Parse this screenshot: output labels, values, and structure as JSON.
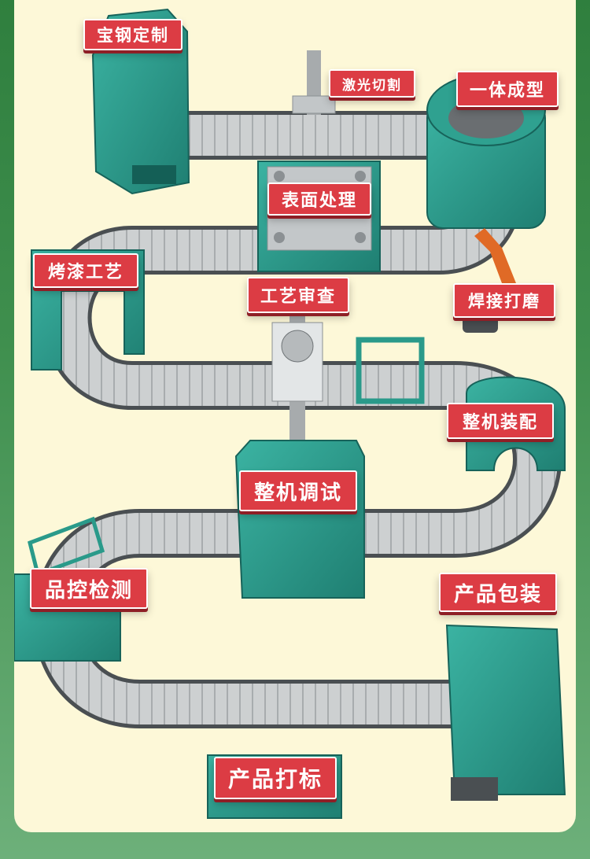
{
  "colors": {
    "page_background": "#3f8f4e",
    "panel_background": "#fdf8d8",
    "machine_teal": "#2a9a8a",
    "label_red": "#dc3c44",
    "label_text": "#ffffff",
    "conveyor_belt": "#c9cbcc"
  },
  "process_steps": [
    {
      "id": "baogang",
      "label": "宝钢定制"
    },
    {
      "id": "laser",
      "label": "激光切割"
    },
    {
      "id": "forming",
      "label": "一体成型"
    },
    {
      "id": "surface",
      "label": "表面处理"
    },
    {
      "id": "paint",
      "label": "烤漆工艺"
    },
    {
      "id": "review",
      "label": "工艺审查"
    },
    {
      "id": "welding",
      "label": "焊接打磨"
    },
    {
      "id": "assembly",
      "label": "整机装配"
    },
    {
      "id": "debug",
      "label": "整机调试"
    },
    {
      "id": "qc",
      "label": "品控检测"
    },
    {
      "id": "packaging",
      "label": "产品包装"
    },
    {
      "id": "marking",
      "label": "产品打标"
    }
  ]
}
